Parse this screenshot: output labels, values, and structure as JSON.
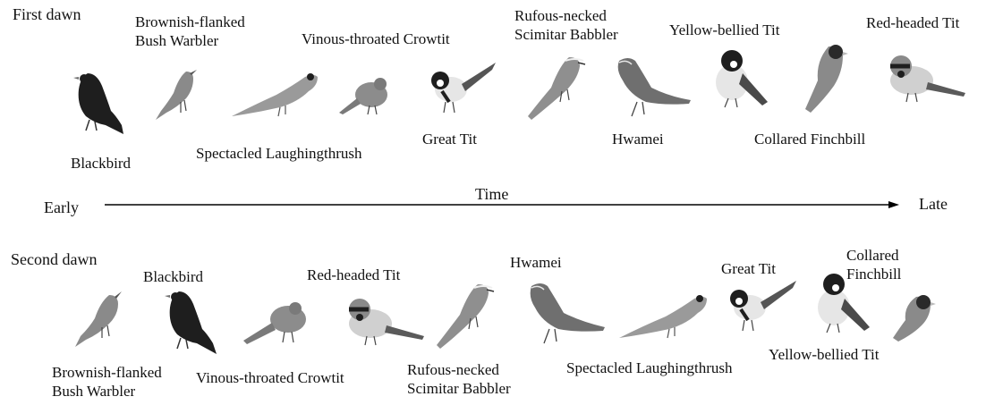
{
  "sections": {
    "first": "First dawn",
    "second": "Second dawn"
  },
  "axis": {
    "title": "Time",
    "start": "Early",
    "end": "Late"
  },
  "first_dawn_labels": {
    "blackbird": "Blackbird",
    "brownish_flanked_1": "Brownish-flanked",
    "brownish_flanked_2": "Bush Warbler",
    "spectacled": "Spectacled Laughingthrush",
    "vinous": "Vinous-throated Crowtit",
    "great_tit": "Great Tit",
    "rufous_1": "Rufous-necked",
    "rufous_2": "Scimitar Babbler",
    "hwamei": "Hwamei",
    "yellow_bellied": "Yellow-bellied Tit",
    "collared": "Collared Finchbill",
    "red_headed": "Red-headed Tit"
  },
  "second_dawn_labels": {
    "blackbird": "Blackbird",
    "brownish_flanked_1": "Brownish-flanked",
    "brownish_flanked_2": "Bush Warbler",
    "vinous": "Vinous-throated Crowtit",
    "red_headed": "Red-headed Tit",
    "rufous_1": "Rufous-necked",
    "rufous_2": "Scimitar Babbler",
    "hwamei": "Hwamei",
    "spectacled": "Spectacled Laughingthrush",
    "great_tit": "Great Tit",
    "yellow_bellied": "Yellow-bellied Tit",
    "collared_1": "Collared",
    "collared_2": "Finchbill"
  },
  "colors": {
    "text": "#111111",
    "axis": "#000000",
    "bird_dark": "#1e1e1e",
    "bird_mid": "#6f6f6f",
    "bird_light": "#a9a9a9",
    "bird_pale": "#e6e6e6"
  }
}
